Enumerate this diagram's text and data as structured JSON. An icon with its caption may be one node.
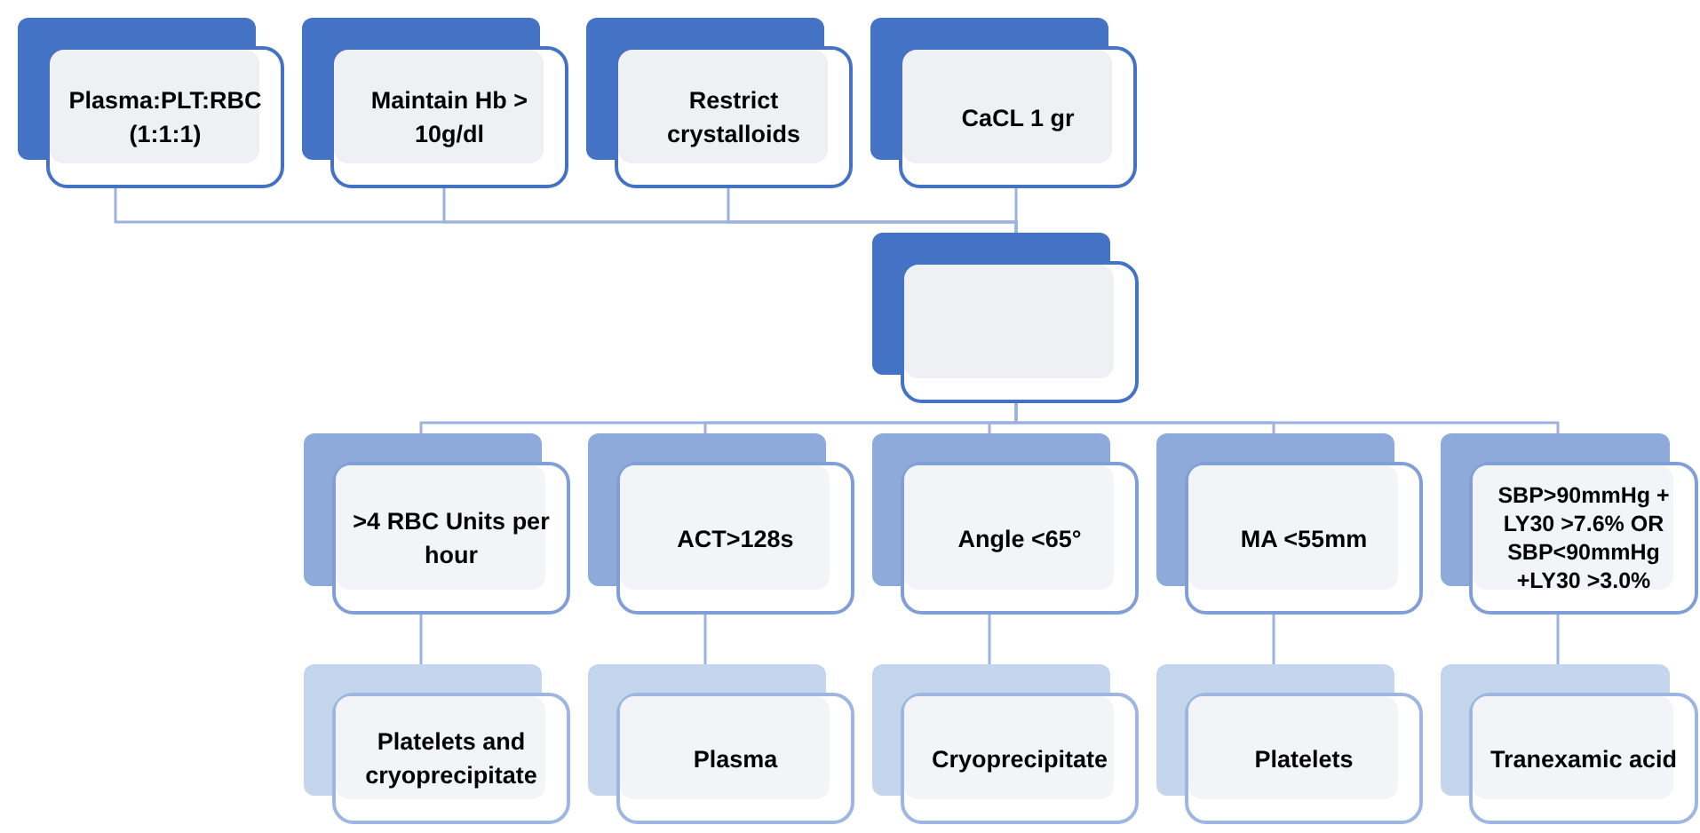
{
  "diagram": {
    "nodes": [
      {
        "text": [
          "Plasma:PLT:RBC (1:1:1)"
        ]
      },
      {
        "text": [
          "Maintain Hb > 10g/dl"
        ]
      },
      {
        "text": [
          "Restrict crystalloids"
        ]
      },
      {
        "text": [
          "CaCL 1 gr"
        ]
      },
      {
        "text": [],
        "shape": "box"
      },
      {
        "text": [
          ">4 RBC Units per hour"
        ]
      },
      {
        "text": [
          "ACT>128s"
        ]
      },
      {
        "text": [
          "Angle <65°"
        ]
      },
      {
        "text": [
          "MA <55mm"
        ]
      },
      {
        "text": [
          "SBP>90mmHg + LY30 >7.6% OR SBP<90mmHg +LY30 >3.0%"
        ]
      },
      {
        "text": [
          "Platelets and cryoprecipitate"
        ]
      },
      {
        "text": [
          "Plasma"
        ]
      },
      {
        "text": [
          "Cryoprecipitate"
        ]
      },
      {
        "text": [
          "Platelets"
        ]
      },
      {
        "text": [
          "Tranexamic acid"
        ]
      }
    ],
    "edges": [
      {
        "from": 0,
        "to": 4,
        "arrow": "none"
      },
      {
        "from": 1,
        "to": 4,
        "arrow": "none"
      },
      {
        "from": 2,
        "to": 4,
        "arrow": "none"
      },
      {
        "from": 3,
        "to": 4,
        "arrow": "none"
      },
      {
        "from": 4,
        "to": 5,
        "arrow": "none"
      },
      {
        "from": 4,
        "to": 6,
        "arrow": "none"
      },
      {
        "from": 4,
        "to": 7,
        "arrow": "none"
      },
      {
        "from": 4,
        "to": 8,
        "arrow": "none"
      },
      {
        "from": 4,
        "to": 9,
        "arrow": "none"
      },
      {
        "from": 5,
        "to": 10,
        "arrow": "none"
      },
      {
        "from": 6,
        "to": 11,
        "arrow": "none"
      },
      {
        "from": 7,
        "to": 12,
        "arrow": "none"
      },
      {
        "from": 8,
        "to": 13,
        "arrow": "none"
      },
      {
        "from": 9,
        "to": 14,
        "arrow": "none"
      }
    ]
  }
}
